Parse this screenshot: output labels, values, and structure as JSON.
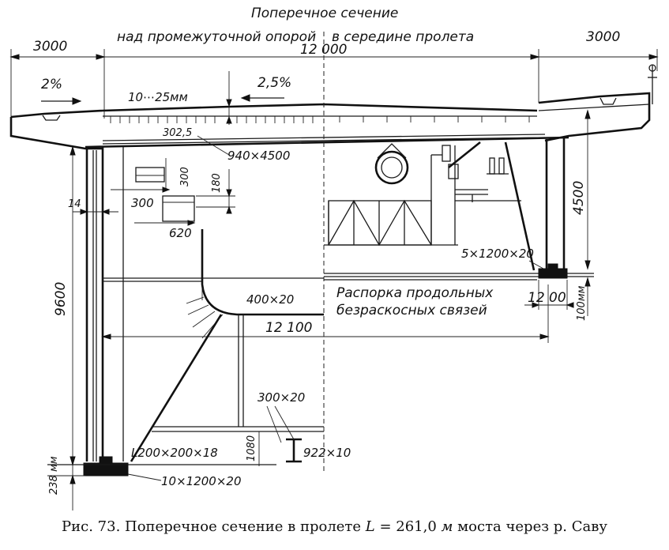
{
  "header": {
    "title": "Поперечное сечение",
    "left_subtitle": "над промежуточной опорой",
    "right_subtitle": "в середине пролета"
  },
  "dimensions": {
    "cantilever_left": "3000",
    "cantilever_right": "3000",
    "deck_width": "12 000",
    "slope_left": "2%",
    "slope_right": "2,5%",
    "deck_thickness": "10⋯25мм",
    "rib_spacing": "302,5",
    "top_flange": "940×4500",
    "stiffener_h": "300",
    "stiffener_v": "300",
    "dim_180": "180",
    "dim_620": "620",
    "web_gap": "14",
    "height_right": "4500",
    "height_total": "9600",
    "bearing_right": "5×1200×20",
    "bearing_span": "12 00",
    "bearing_h": "100мм",
    "diaphragm": "400×20",
    "main_span": "12 100",
    "bottom_plate": "300×20",
    "angle": "L200×200×18",
    "dim_1080": "1080",
    "web_plate": "922×10",
    "base_height": "238 мм",
    "bearing_left": "10×1200×20"
  },
  "note": {
    "line1": "Распорка продольных",
    "line2": "безраскосных связей"
  },
  "caption": {
    "prefix": "Рис. 73. Поперечное сечение в пролете ",
    "L": "L",
    "eq": " = 261,0 ",
    "unit": "м",
    "suffix": " моста через р. Саву"
  }
}
